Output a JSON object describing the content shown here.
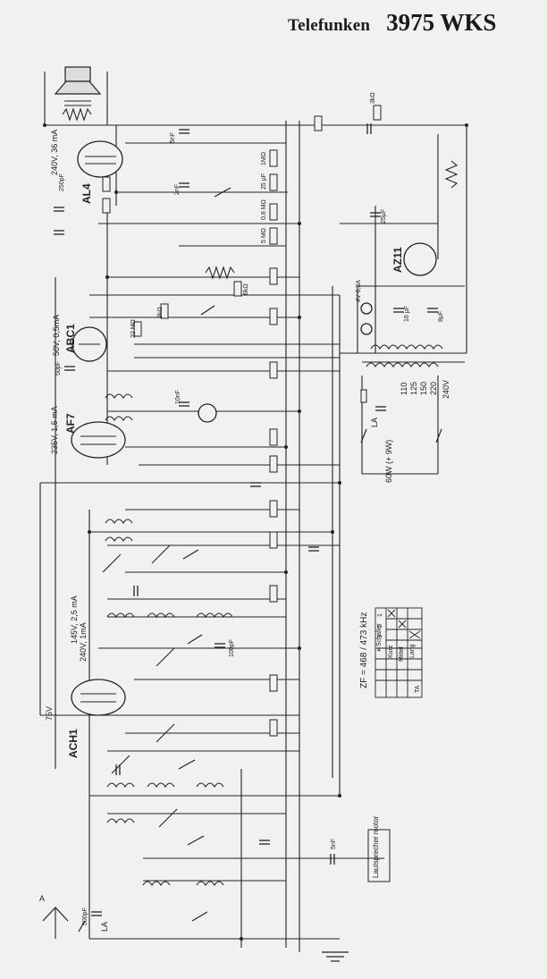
{
  "title": {
    "brand": "Telefunken",
    "model": "3975 WKS"
  },
  "tubes": [
    "AL4",
    "ABC1",
    "AF7",
    "ACH1",
    "AZ11"
  ],
  "operating_points": [
    "240V, 36 mA",
    "50V, 0,5mA",
    "235V, 1,5 mA",
    "145V, 2,5 mA",
    "240V, 1mA",
    "75V"
  ],
  "labels": {
    "if_frequency": "ZF = 468 / 473 kHz",
    "motor": "Lautsprecher motor",
    "mains_power": "60W (+ 9W)",
    "mains_taps": [
      "110",
      "125",
      "150",
      "220",
      "240V"
    ],
    "antenna": "A",
    "earth_antenna": "LA",
    "fuse_label": "LA"
  },
  "switch_table": {
    "header": [
      "Schalter",
      "1",
      "2",
      "3",
      "4"
    ],
    "rows": [
      "Kurz",
      "Mittel",
      "Lang",
      "TA"
    ]
  },
  "components": [
    "3kΩ",
    "1MΩ",
    "0,8 MΩ",
    "5 MΩ",
    "25 µF",
    "5nF",
    "250pF",
    "2nF",
    "25µF",
    "500pF",
    "50pF",
    "10nF",
    "5nF",
    "100pF",
    "22 MΩ",
    "2kΩ",
    "6kΩ",
    "4V 0,3A",
    "16 µF",
    "8µF"
  ]
}
